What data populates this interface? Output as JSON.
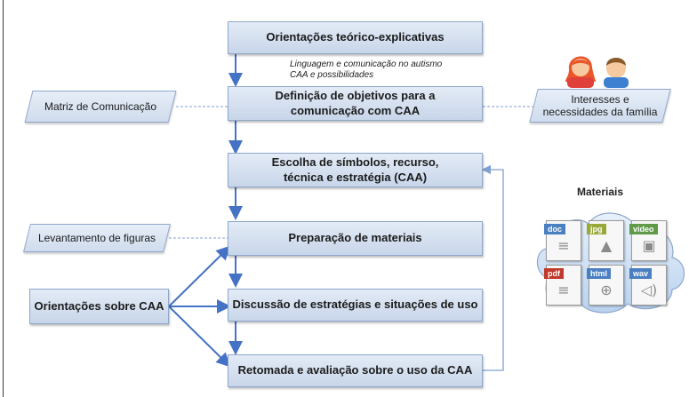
{
  "boxes": {
    "orientacoes": "Orientações teórico-explicativas",
    "definicao": "Definição de objetivos para a\ncomunicação com CAA",
    "escolha": "Escolha de símbolos, recurso,\ntécnica e estratégia (CAA)",
    "preparacao": "Preparação de materiais",
    "discussao": "Discussão de estratégias e situações de uso",
    "retomada": "Retomada e avaliação sobre o uso da CAA",
    "orient_caa": "Orientações sobre CAA"
  },
  "side_inputs": {
    "matriz": "Matriz de Comunicação",
    "levantamento": "Levantamento de figuras",
    "interesses": "Interesses e\nnecessidades da família"
  },
  "note": "Linguagem e comunicação no autismo\nCAA e possibilidades",
  "materials": {
    "title": "Materiais",
    "files": [
      {
        "label": "doc",
        "color": "#4a7fc1",
        "icon": "document-icon"
      },
      {
        "label": "jpg",
        "color": "#9aa83a",
        "icon": "image-icon"
      },
      {
        "label": "video",
        "color": "#5f9a4a",
        "icon": "film-icon"
      },
      {
        "label": "pdf",
        "color": "#c0392b",
        "icon": "document-icon"
      },
      {
        "label": "html",
        "color": "#4a7fc1",
        "icon": "globe-icon"
      },
      {
        "label": "wav",
        "color": "#4a7fc1",
        "icon": "speaker-icon"
      }
    ]
  },
  "colors": {
    "arrow": "#4472c4",
    "dashed": "#7f9fd0",
    "box_border": "#8ea7cc"
  }
}
